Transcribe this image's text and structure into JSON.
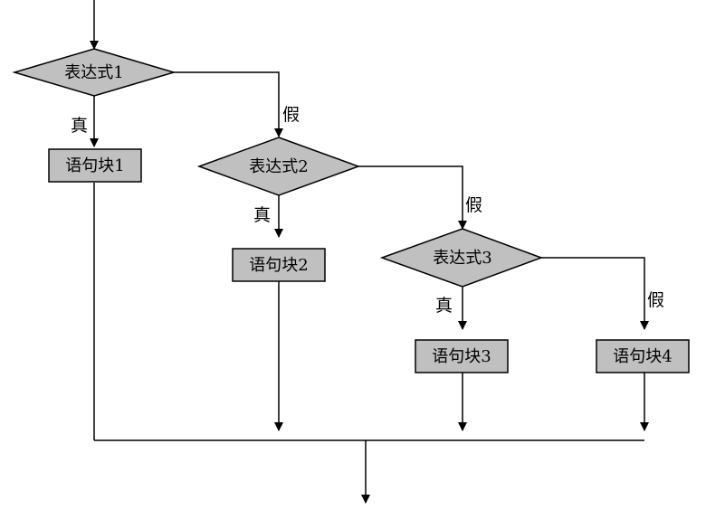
{
  "colors": {
    "node_fill": "#c0c0c0",
    "stroke": "#000000",
    "background": "#ffffff"
  },
  "decisions": [
    {
      "label": "表达式1",
      "true_label": "真",
      "false_label": "假"
    },
    {
      "label": "表达式2",
      "true_label": "真",
      "false_label": "假"
    },
    {
      "label": "表达式3",
      "true_label": "真",
      "false_label": "假"
    }
  ],
  "blocks": [
    {
      "label": "语句块1"
    },
    {
      "label": "语句块2"
    },
    {
      "label": "语句块3"
    },
    {
      "label": "语句块4"
    }
  ]
}
